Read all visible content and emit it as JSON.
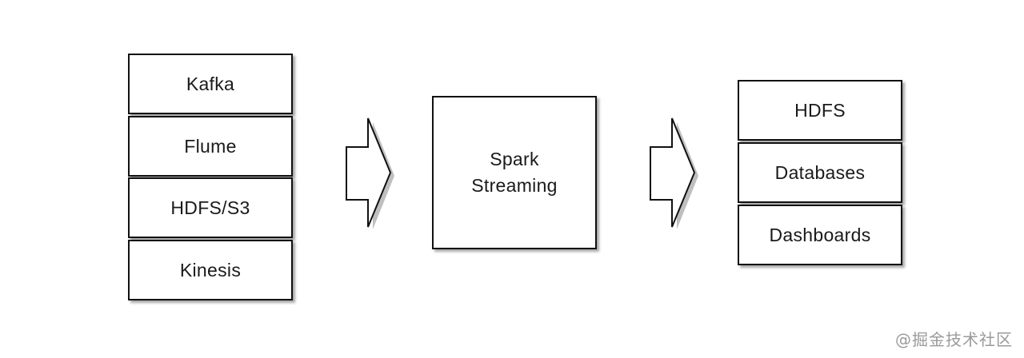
{
  "sources": {
    "items": [
      "Kafka",
      "Flume",
      "HDFS/S3",
      "Kinesis"
    ]
  },
  "processor": {
    "line1": "Spark",
    "line2": "Streaming"
  },
  "sinks": {
    "items": [
      "HDFS",
      "Databases",
      "Dashboards"
    ]
  },
  "watermark": "@掘金技术社区"
}
